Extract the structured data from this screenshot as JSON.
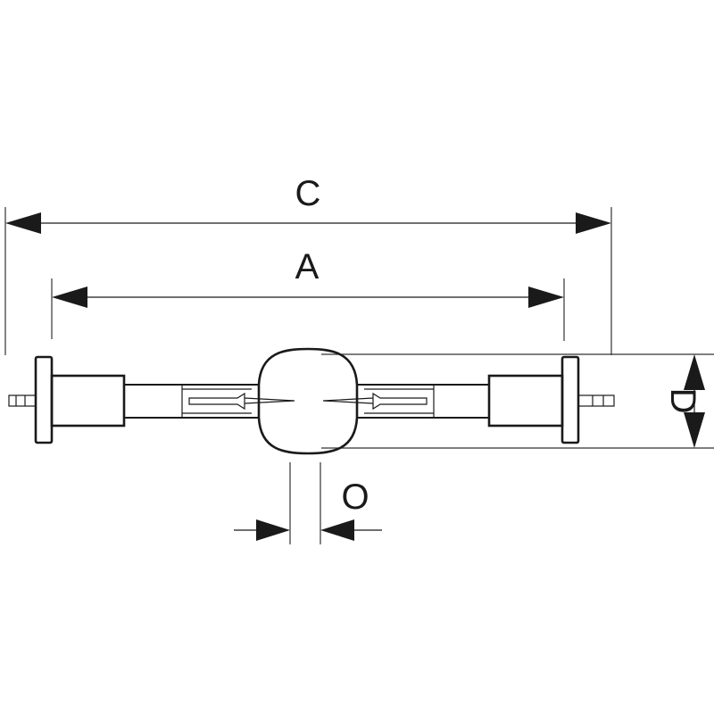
{
  "labels": {
    "overall_length": "C",
    "arc_length": "A",
    "bulb_diameter": "D",
    "gap": "O"
  }
}
